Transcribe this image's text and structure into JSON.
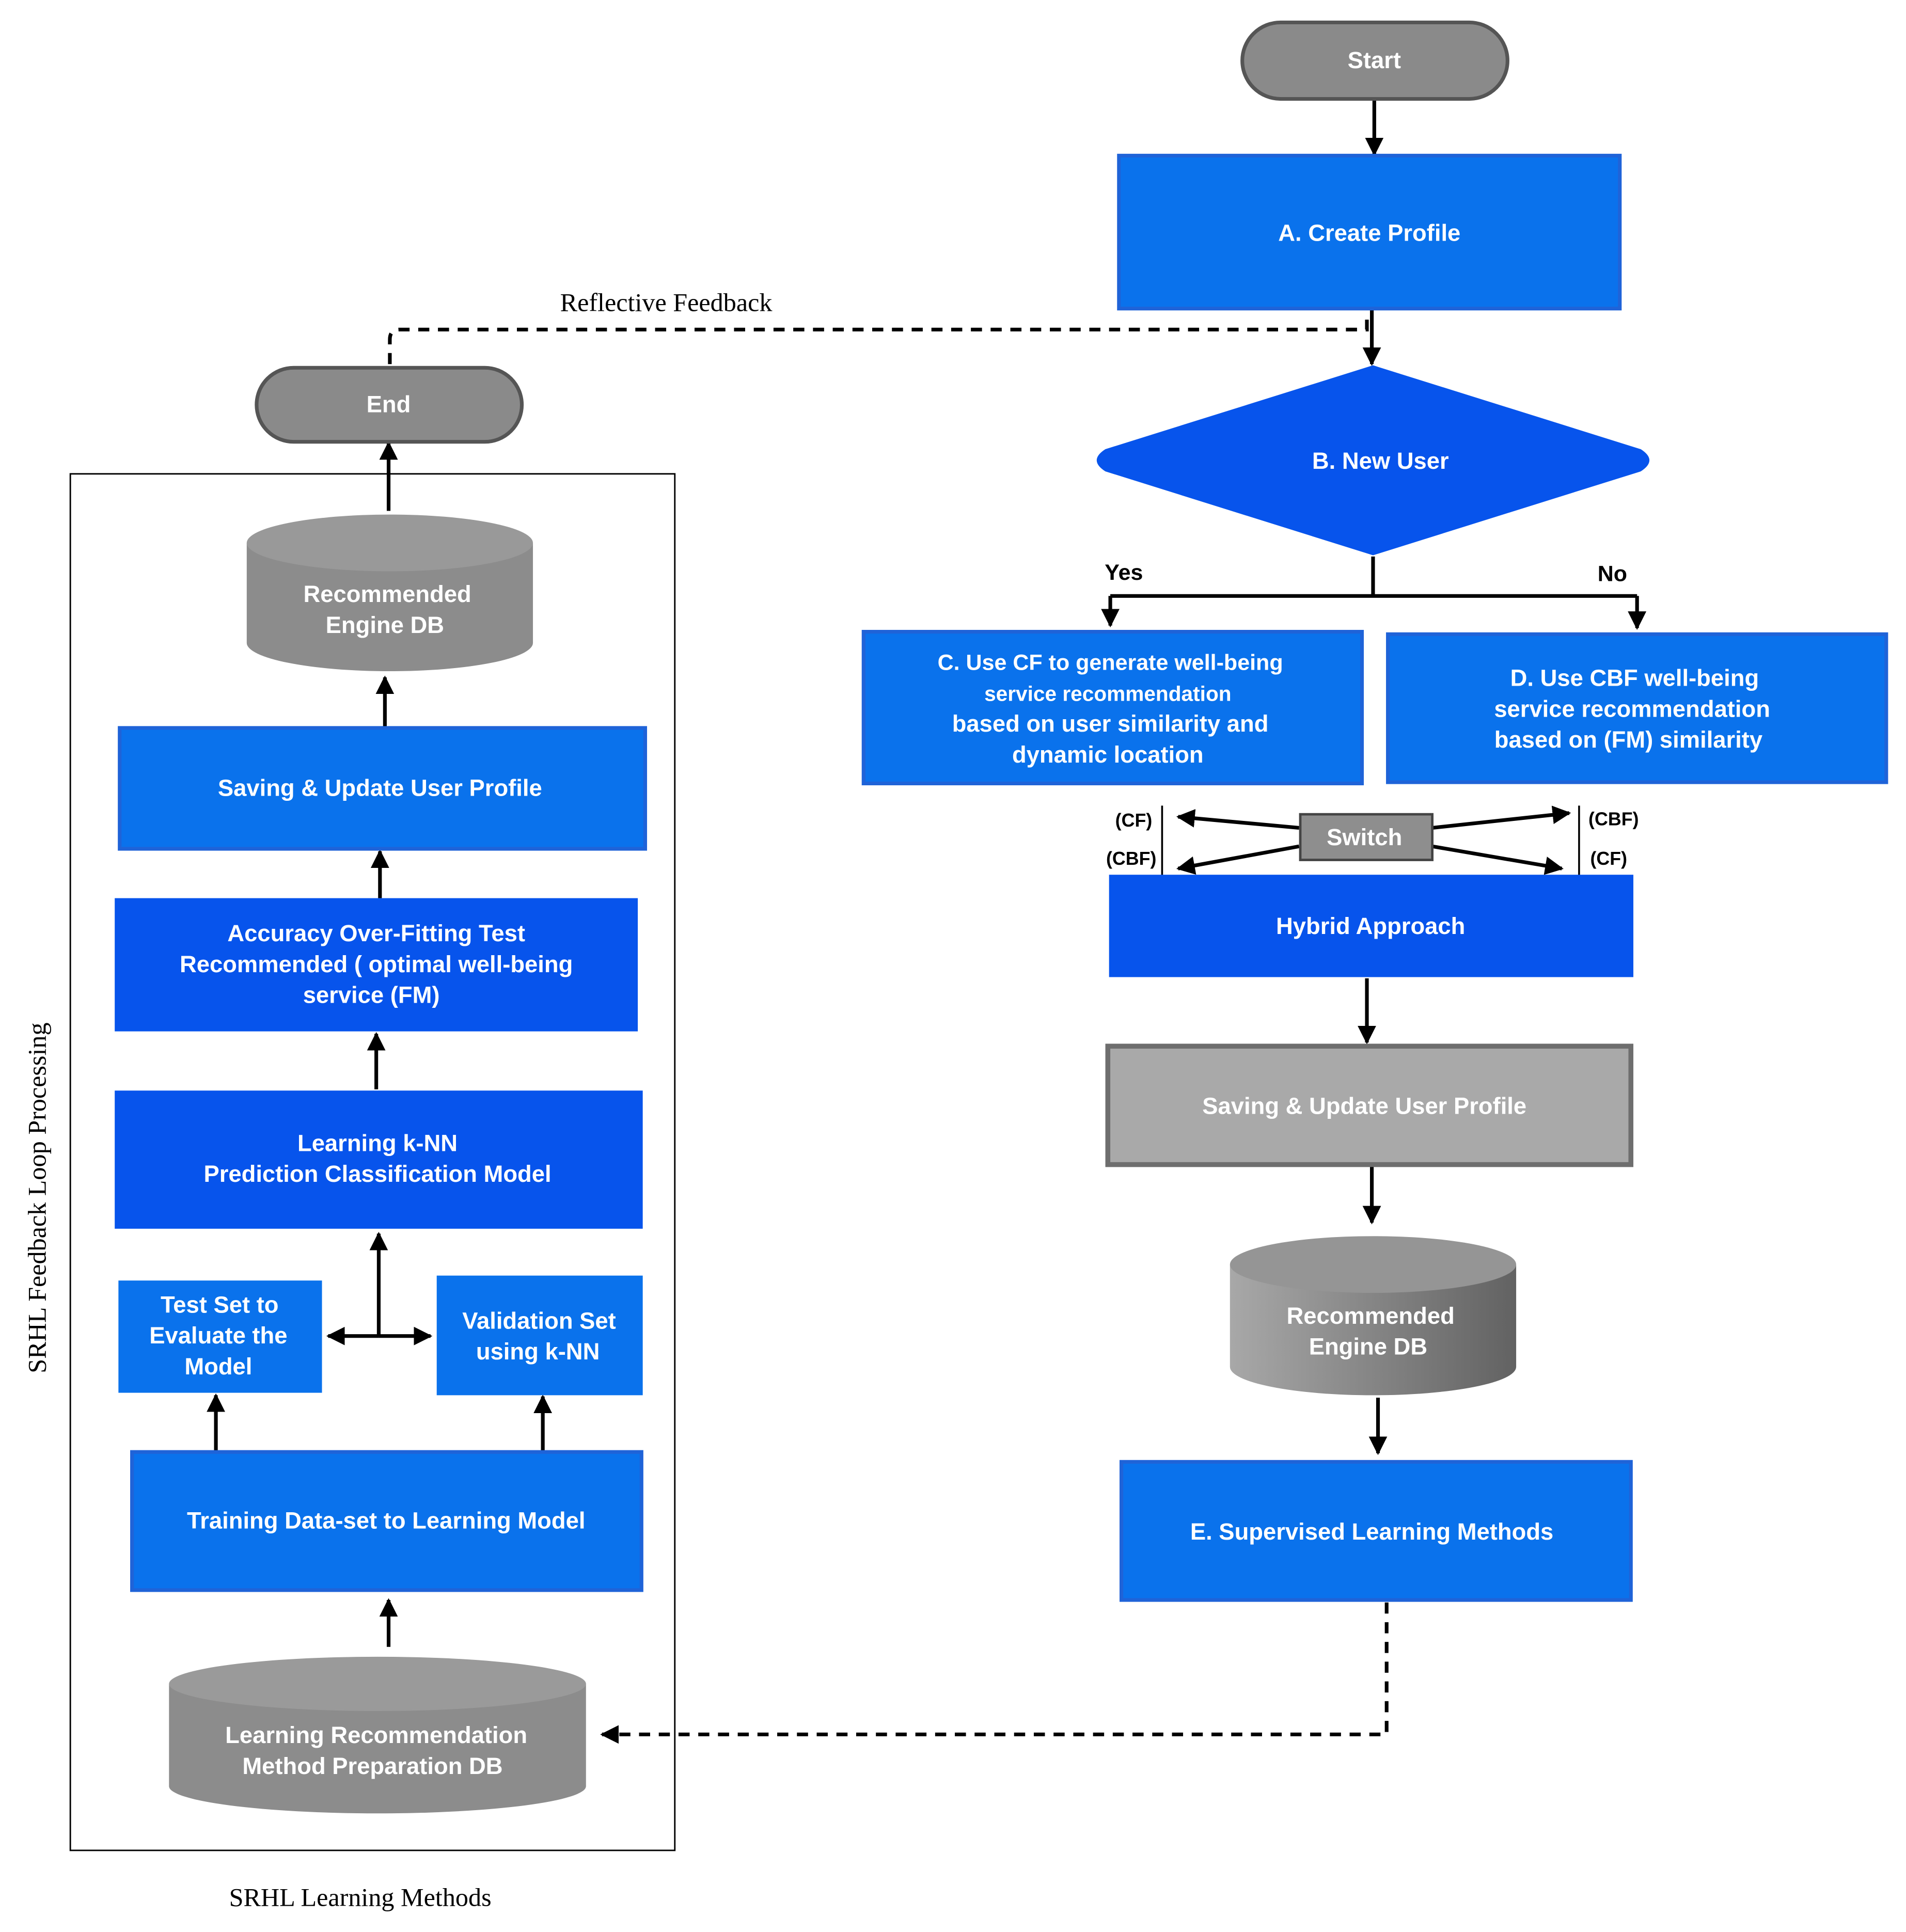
{
  "colors": {
    "blue": "#0a72ec",
    "blue_border": "#1f63d8",
    "dark_blue": "#0754ec",
    "gray_terminal": "#8a8a8a",
    "gray_box": "#a9a9a9",
    "gray_db": "#8c8c8c",
    "line": "#000000"
  },
  "nodes": {
    "start": "Start",
    "end": "End",
    "a": "A. Create Profile",
    "b": "B. New User",
    "c": [
      "C. Use CF to generate well-being",
      "service recommendation",
      "based on user similarity and",
      "dynamic location"
    ],
    "d": [
      "D. Use CBF well-being",
      "service recommendation",
      "based on (FM) similarity"
    ],
    "switch": "Switch",
    "hybrid": "Hybrid Approach",
    "save_right": "Saving & Update  User Profile",
    "db_right": [
      "Recommended",
      "Engine DB"
    ],
    "e": "E. Supervised Learning Methods",
    "db_left_top": [
      "Recommended",
      "Engine DB"
    ],
    "save_left": "Saving & Update User Profile",
    "accuracy": [
      "Accuracy Over-Fitting Test",
      "Recommended ( optimal well-being",
      "service (FM)"
    ],
    "learning": [
      "Learning k-NN",
      "Prediction Classification Model"
    ],
    "test": [
      "Test Set to",
      "Evaluate the",
      "Model"
    ],
    "validation": [
      "Validation Set",
      "using k-NN"
    ],
    "training": "Training Data-set to Learning Model",
    "db_left_bottom": [
      "Learning Recommendation",
      "Method Preparation DB"
    ]
  },
  "labels": {
    "yes": "Yes",
    "no": "No",
    "cf_tl": "(CF)",
    "cbf_bl": "(CBF)",
    "cbf_tr": "(CBF)",
    "cf_br": "(CF)",
    "reflective": "Reflective Feedback",
    "side": "SRHL Feedback Loop Processing",
    "caption": "SRHL Learning Methods"
  }
}
